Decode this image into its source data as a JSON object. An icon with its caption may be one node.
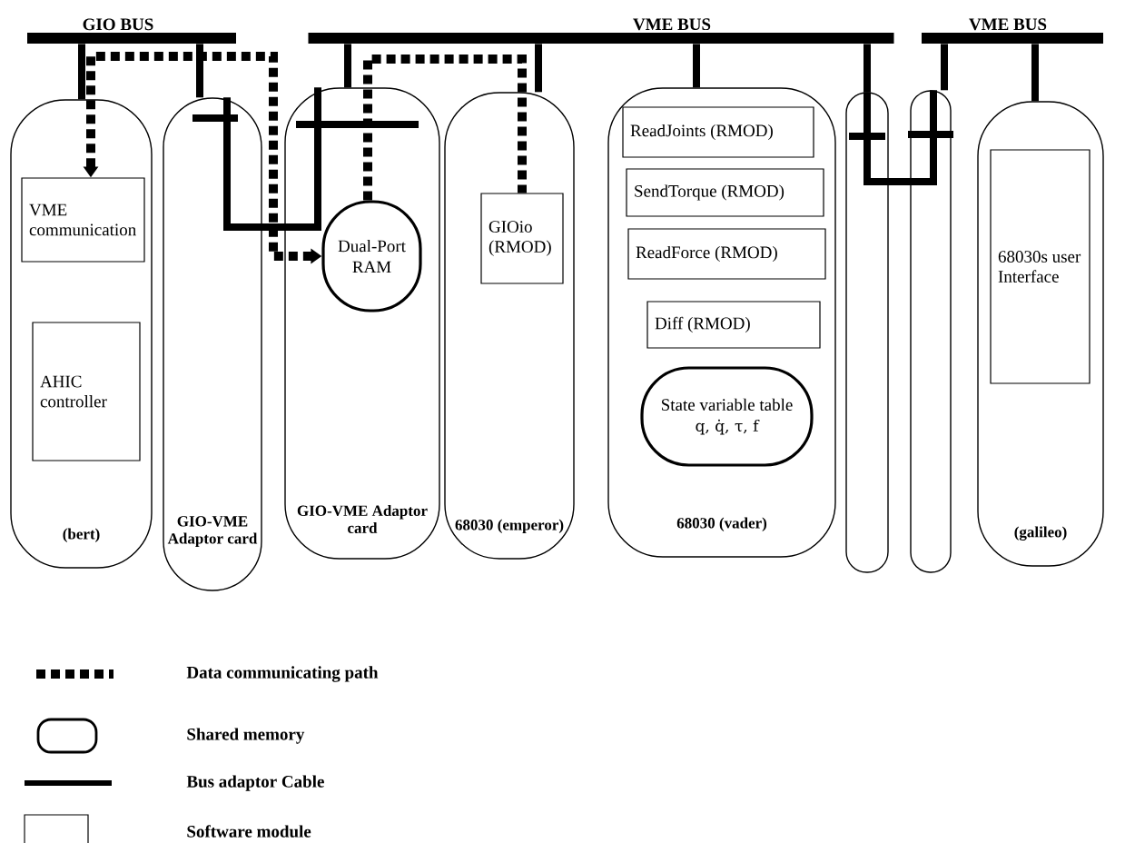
{
  "diagram": {
    "nodes": [
      {
        "text": [
          "GIO BUS"
        ]
      },
      {
        "text": [
          "VME BUS"
        ]
      },
      {
        "text": [
          "VME BUS"
        ]
      },
      {
        "text": [
          "(bert)"
        ]
      },
      {
        "text": [
          "VME communication"
        ],
        "in": 3
      },
      {
        "text": [
          "AHIC controller"
        ],
        "in": 3
      },
      {
        "text": [
          "GIO-VME Adaptor card"
        ]
      },
      {
        "text": [
          "GIO-VME Adaptor card"
        ]
      },
      {
        "text": [
          "Dual-Port RAM"
        ],
        "in": 7
      },
      {
        "text": [
          "68030 (emperor)"
        ]
      },
      {
        "text": [
          "GIOio (RMOD)"
        ],
        "in": 9
      },
      {
        "text": [
          "68030 (vader)"
        ]
      },
      {
        "text": [
          "ReadJoints (RMOD)"
        ],
        "in": 11
      },
      {
        "text": [
          "SendTorque (RMOD)"
        ],
        "in": 11
      },
      {
        "text": [
          "ReadForce (RMOD)"
        ],
        "in": 11
      },
      {
        "text": [
          "Diff (RMOD)"
        ],
        "in": 11
      },
      {
        "text": [
          "State variable table",
          "q, q̇, τ, f"
        ],
        "in": 11
      },
      {
        "text": [],
        "shape": "box"
      },
      {
        "text": [],
        "shape": "box"
      },
      {
        "text": [
          "(galileo)"
        ]
      },
      {
        "text": [
          "68030s user Interface"
        ],
        "in": 19
      }
    ],
    "edges": [
      {
        "from": 0,
        "to": 3,
        "arrow": "none"
      },
      {
        "from": 0,
        "to": 6,
        "arrow": "none"
      },
      {
        "from": 6,
        "to": 7,
        "arrow": "none"
      },
      {
        "from": 1,
        "to": 7,
        "arrow": "none"
      },
      {
        "from": 1,
        "to": 9,
        "arrow": "none"
      },
      {
        "from": 1,
        "to": 11,
        "arrow": "none"
      },
      {
        "from": 1,
        "to": 17,
        "arrow": "none"
      },
      {
        "from": 17,
        "to": 18,
        "arrow": "none"
      },
      {
        "from": 2,
        "to": 18,
        "arrow": "none"
      },
      {
        "from": 2,
        "to": 19,
        "arrow": "none"
      },
      {
        "from": 4,
        "to": 8,
        "arrow": "both",
        "style": "dashed"
      },
      {
        "from": 8,
        "to": 10,
        "arrow": "none",
        "style": "dashed"
      }
    ],
    "legend": [
      {
        "text": "Data communicating path"
      },
      {
        "text": "Shared memory"
      },
      {
        "text": "Bus adaptor Cable"
      },
      {
        "text": "Software module"
      }
    ]
  }
}
